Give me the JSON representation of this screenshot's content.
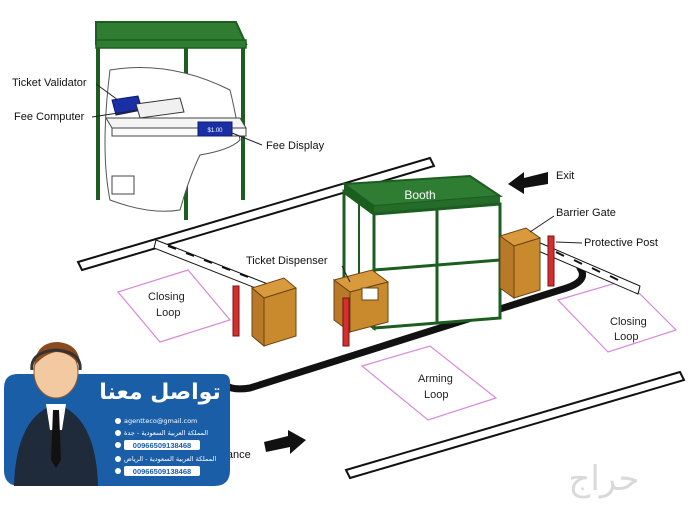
{
  "labels": {
    "ticket_validator": "Ticket Validator",
    "fee_computer": "Fee Computer",
    "fee_display": "Fee Display",
    "fee_display_value": "$1.00",
    "exit": "Exit",
    "booth": "Booth",
    "barrier_gate": "Barrier Gate",
    "protective_post": "Protective Post",
    "ticket_dispenser": "Ticket Dispenser",
    "closing_loop_left_1": "Closing",
    "closing_loop_left_2": "Loop",
    "closing_loop_right_1": "Closing",
    "closing_loop_right_2": "Loop",
    "arming_loop_1": "Arming",
    "arming_loop_2": "Loop",
    "entrance": "ntrance"
  },
  "contact_banner": {
    "title": "تواصل معنا",
    "email": "agentteco@gmail.com",
    "address_1": "المملكة العربية السعودية - جدة",
    "phone_1": "00966509138468",
    "address_2": "المملكة العربية السعودية - الرياض",
    "phone_2": "00966509138468"
  },
  "watermark": "حراج",
  "colors": {
    "booth_roof": "#2e7d32",
    "booth_frame": "#1b5e20",
    "dispenser": "#c98a2e",
    "post": "#d32f2f",
    "banner_blue": "#1b5ea8",
    "loop_outline": "#d88ad8"
  }
}
